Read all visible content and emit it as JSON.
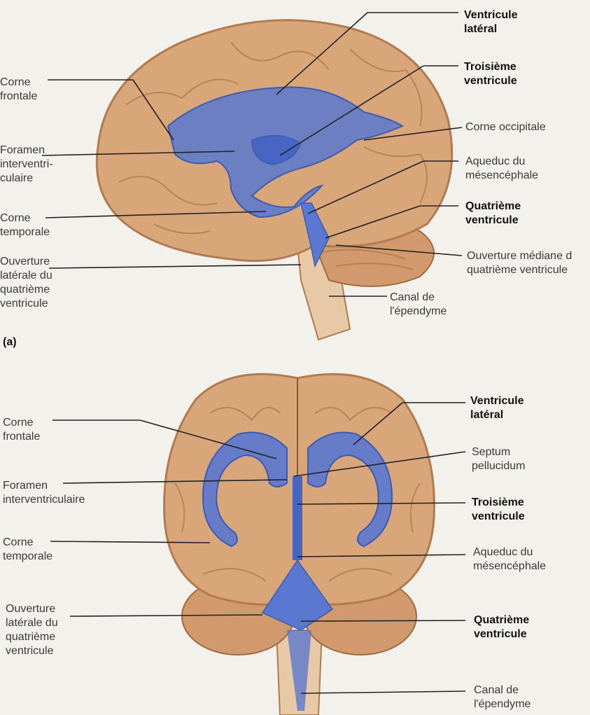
{
  "colors": {
    "brain": "#d8a678",
    "brain_dark": "#b27a4f",
    "ventricle": "#5a78d0",
    "line": "#222222",
    "paper": "#f3f1ec"
  },
  "panel_a": {
    "tag": "(a)",
    "labels": {
      "ventricule_lateral": "Ventricule\nlatéral",
      "troisieme_ventricule": "Troisième\nventricule",
      "corne_occipitale": "Corne occipitale",
      "aqueduc": "Aqueduc du\nmésencéphale",
      "quatrieme_ventricule": "Quatrième\nventricule",
      "ouverture_mediane": "Ouverture médiane d\nquatrième ventricule",
      "canal_ependyme": "Canal de\nl'épendyme",
      "corne_frontale": "Corne\nfrontale",
      "foramen": "Foramen\ninterventri-\nculaire",
      "corne_temporale": "Corne\ntemporale",
      "ouverture_laterale": "Ouverture\nlatérale du\nquatrième\nventricule"
    }
  },
  "panel_b": {
    "labels": {
      "ventricule_lateral": "Ventricule\nlatéral",
      "septum": "Septum\npellucidum",
      "troisieme_ventricule": "Troisième\nventricule",
      "aqueduc": "Aqueduc du\nmésencéphale",
      "quatrieme_ventricule": "Quatrième\nventricule",
      "canal_ependyme": "Canal de\nl'épendyme",
      "corne_frontale": "Corne\nfrontale",
      "foramen": "Foramen\ninterventriculaire",
      "corne_temporale": "Corne\ntemporale",
      "ouverture_laterale": "Ouverture\nlatérale du\nquatrième\nventricule"
    }
  }
}
